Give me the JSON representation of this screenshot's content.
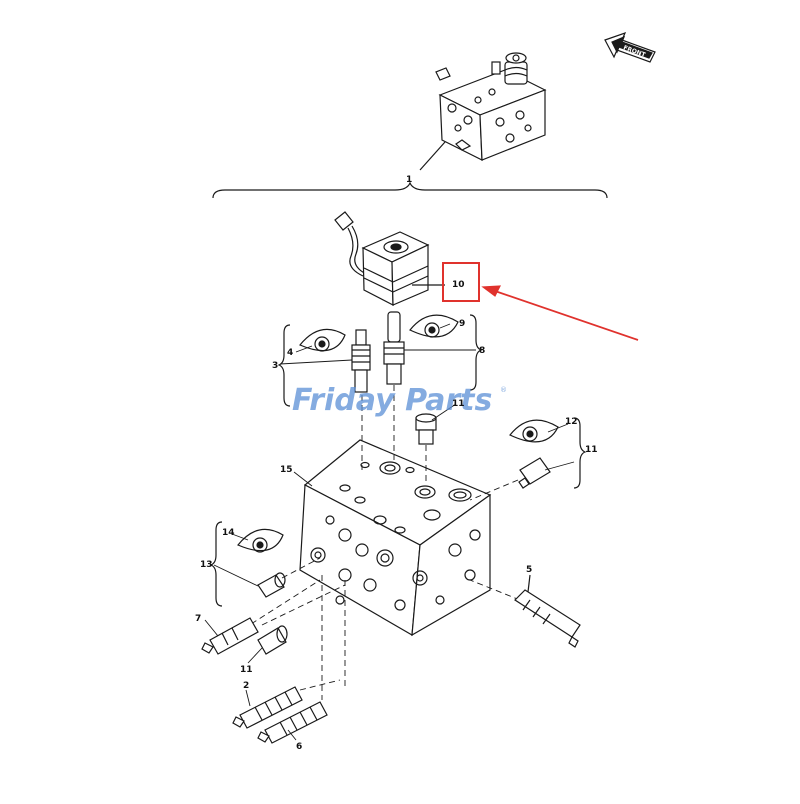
{
  "diagram": {
    "callouts": [
      "1",
      "2",
      "3",
      "4",
      "5",
      "6",
      "7",
      "8",
      "9",
      "10",
      "11",
      "11",
      "11",
      "12",
      "13",
      "14",
      "15"
    ],
    "highlighted_callout": "10",
    "front_label": "FRONT",
    "watermark": "Friday Parts",
    "watermark_mark": "®",
    "colors": {
      "line": "#1a1a1a",
      "highlight_box": "#e0322d",
      "arrow": "#e0322d",
      "watermark": "#5b8fd6"
    }
  }
}
